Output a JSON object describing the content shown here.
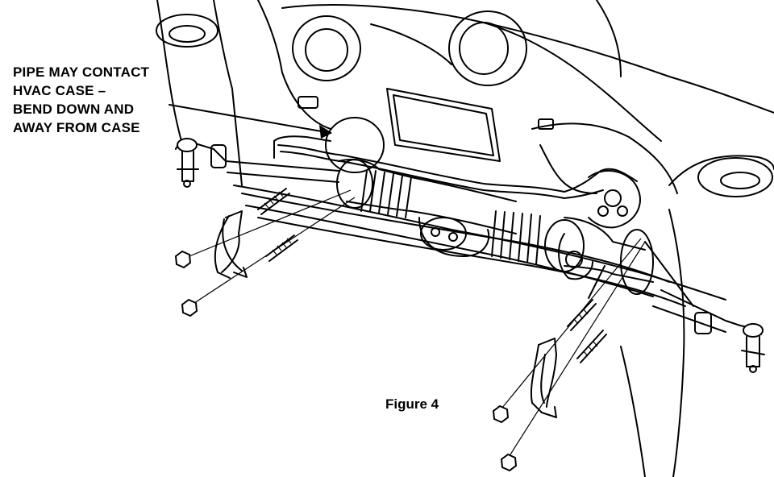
{
  "callout": {
    "lines": [
      "PIPE MAY CONTACT",
      "HVAC CASE –",
      "BEND DOWN AND",
      "AWAY FROM CASE"
    ]
  },
  "caption": "Figure 4"
}
